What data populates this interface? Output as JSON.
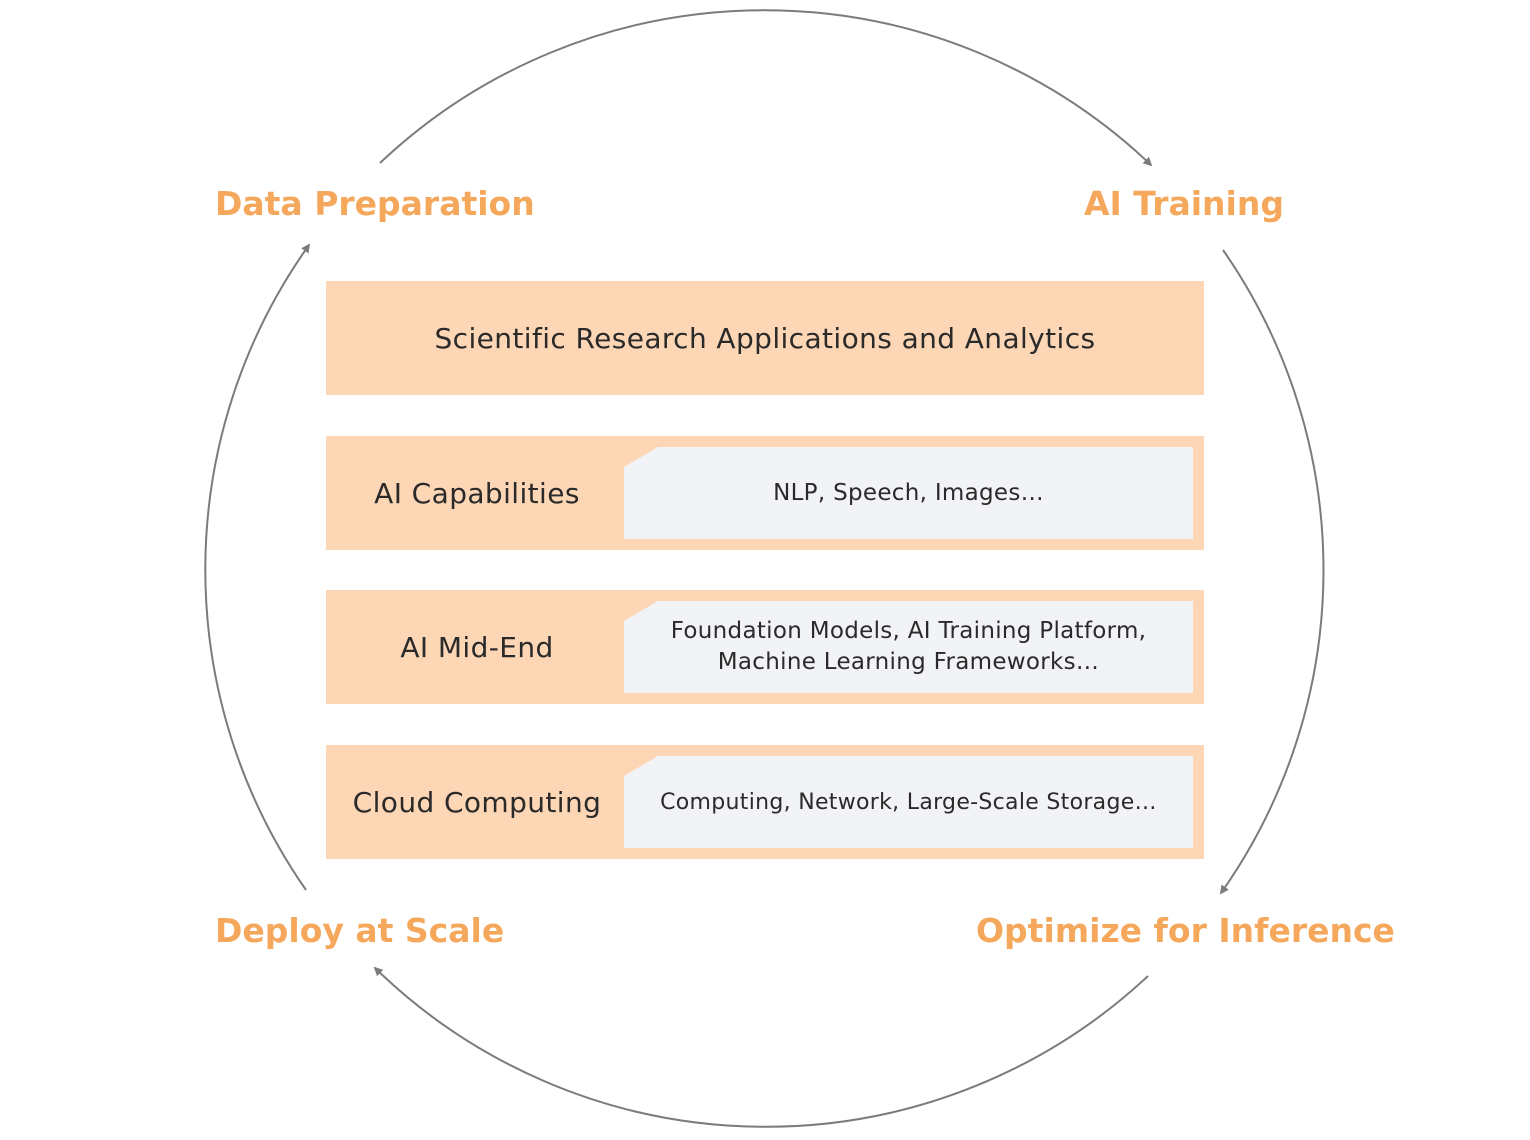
{
  "phases": {
    "data_preparation": "Data Preparation",
    "ai_training": "AI Training",
    "deploy_at_scale": "Deploy at Scale",
    "optimize_for_inference": "Optimize for Inference"
  },
  "layers": {
    "applications": {
      "title": "Scientific Research Applications and Analytics"
    },
    "capabilities": {
      "title": "AI Capabilities",
      "detail_lines": [
        "NLP, Speech, Images…"
      ]
    },
    "mid_end": {
      "title": "AI Mid-End",
      "detail_lines": [
        "Foundation Models, AI Training Platform,",
        "Machine Learning Frameworks…"
      ]
    },
    "cloud": {
      "title": "Cloud Computing",
      "detail_lines": [
        "Computing, Network, Large-Scale Storage…"
      ]
    }
  },
  "colors": {
    "phase_label": "#f5a85b",
    "layer_fill": "#fdd6b5",
    "detail_fill": "#f1f3f6",
    "arc_stroke": "#7b7b7b",
    "text": "#2a2a2a"
  }
}
